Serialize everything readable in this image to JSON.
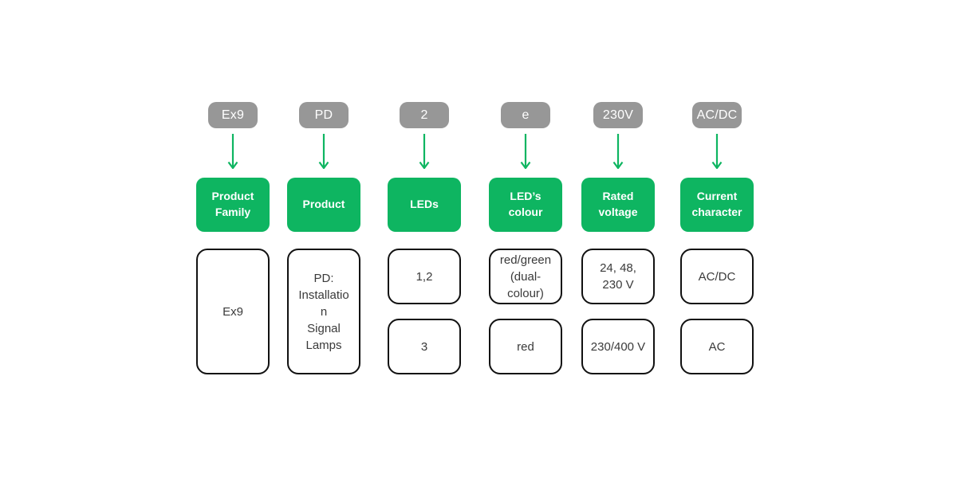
{
  "colors": {
    "green": "#0eb561",
    "gray": "#979797",
    "text": "#3a3a3a",
    "box_border": "#111111"
  },
  "columns": [
    {
      "code": "Ex9",
      "label": "Product\nFamily",
      "options": [
        "Ex9"
      ]
    },
    {
      "code": "PD",
      "label": "Product",
      "options": [
        "PD:\nInstallatio\nn\nSignal\nLamps"
      ]
    },
    {
      "code": "2",
      "label": "LEDs",
      "options": [
        "1,2",
        "3"
      ]
    },
    {
      "code": "e",
      "label": "LED’s\ncolour",
      "options": [
        "red/green\n(dual-\ncolour)",
        "red"
      ]
    },
    {
      "code": "230V",
      "label": "Rated\nvoltage",
      "options": [
        "24, 48,\n230 V",
        "230/400 V"
      ]
    },
    {
      "code": "AC/DC",
      "label": "Current\ncharacter",
      "options": [
        "AC/DC",
        "AC"
      ]
    }
  ]
}
